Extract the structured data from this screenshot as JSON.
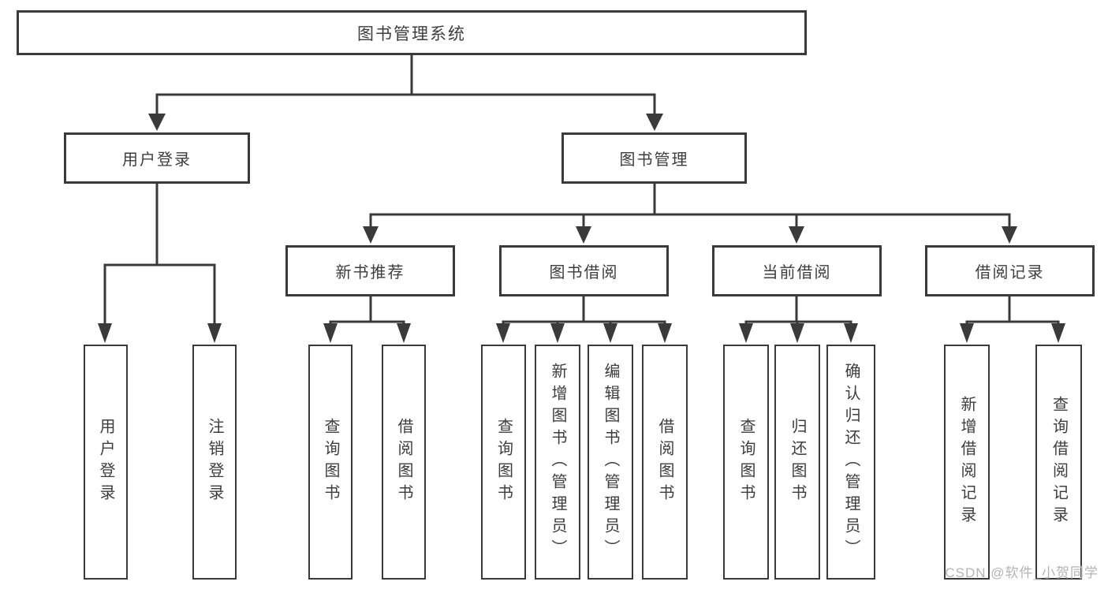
{
  "diagram": {
    "title": "图书管理系统",
    "nodes": {
      "root": "图书管理系统",
      "userLogin": "用户登录",
      "bookMgmt": "图书管理",
      "newBookRec": "新书推荐",
      "bookBorrow": "图书借阅",
      "currentBorrow": "当前借阅",
      "borrowRecord": "借阅记录",
      "leafUserLogin": "用户登录",
      "leafLogout": "注销登录",
      "leafQueryBook1": "查询图书",
      "leafBorrowBook1": "借阅图书",
      "leafQueryBook2": "查询图书",
      "leafAddBook": "新增图书（管理员）",
      "leafEditBook": "编辑图书（管理员）",
      "leafBorrowBook2": "借阅图书",
      "leafQueryBook3": "查询图书",
      "leafReturnBook": "归还图书",
      "leafConfirmReturn": "确认归还（管理员）",
      "leafAddRecord": "新增借阅记录",
      "leafQueryRecord": "查询借阅记录"
    },
    "hierarchy": {
      "图书管理系统": {
        "用户登录": [
          "用户登录",
          "注销登录"
        ],
        "图书管理": {
          "新书推荐": [
            "查询图书",
            "借阅图书"
          ],
          "图书借阅": [
            "查询图书",
            "新增图书（管理员）",
            "编辑图书（管理员）",
            "借阅图书"
          ],
          "当前借阅": [
            "查询图书",
            "归还图书",
            "确认归还（管理员）"
          ],
          "借阅记录": [
            "新增借阅记录",
            "查询借阅记录"
          ]
        }
      }
    }
  },
  "watermark": "CSDN @软件_小贺同学",
  "colors": {
    "line": "#3a3a3a",
    "box_border": "#3a3a3a",
    "text": "#3d3d3d",
    "background": "#ffffff",
    "watermark": "#b4b4b4"
  }
}
